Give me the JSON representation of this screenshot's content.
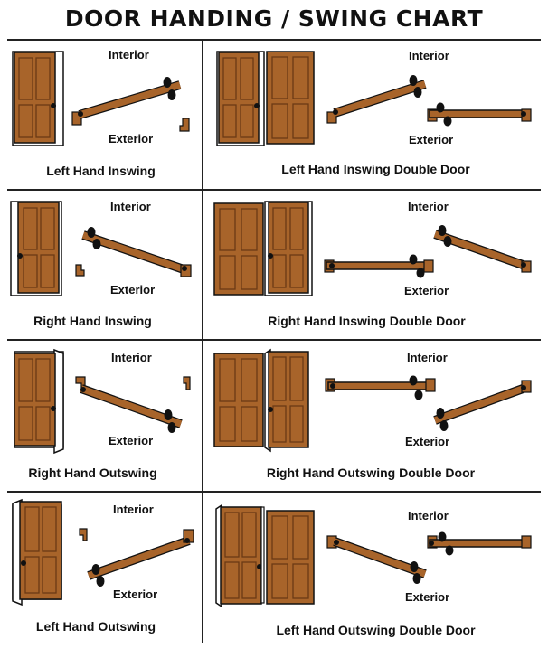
{
  "title": "DOOR HANDING / SWING CHART",
  "colors": {
    "door_wood": "#a8642a",
    "door_dark": "#6b3a14",
    "outline": "#111111",
    "hinge": "#111111"
  },
  "labels": {
    "interior": "Interior",
    "exterior": "Exterior"
  },
  "cells": [
    {
      "id": "lh-inswing",
      "caption": "Left Hand Inswing"
    },
    {
      "id": "lh-inswing-double",
      "caption": "Left Hand Inswing Double Door"
    },
    {
      "id": "rh-inswing",
      "caption": "Right Hand Inswing"
    },
    {
      "id": "rh-inswing-double",
      "caption": "Right Hand Inswing Double Door"
    },
    {
      "id": "rh-outswing",
      "caption": "Right Hand Outswing"
    },
    {
      "id": "rh-outswing-double",
      "caption": "Right Hand Outswing Double Door"
    },
    {
      "id": "lh-outswing",
      "caption": "Left Hand Outswing"
    },
    {
      "id": "lh-outswing-double",
      "caption": "Left Hand Outswing Double Door"
    }
  ]
}
